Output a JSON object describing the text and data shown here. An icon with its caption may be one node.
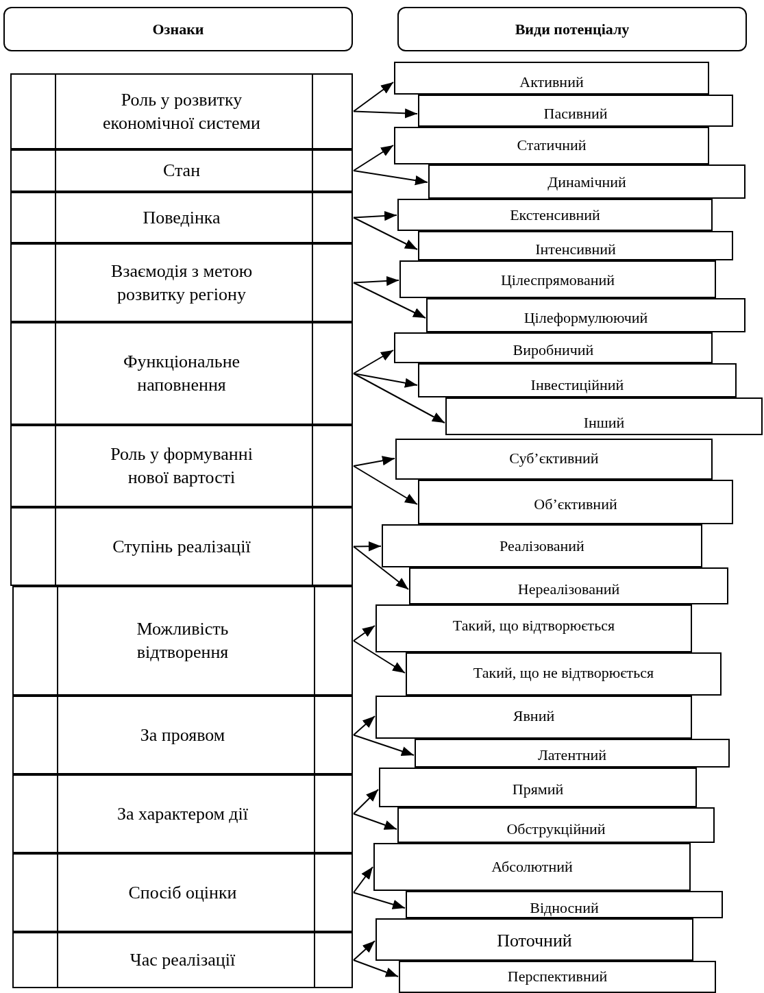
{
  "diagram": {
    "nodes": [
      {
        "text": [
          "Ознаки"
        ]
      },
      {
        "text": [
          "Види потенціалу"
        ]
      },
      {
        "text": [
          "Роль у розвитку економічної системи"
        ]
      },
      {
        "text": [
          "Активний"
        ]
      },
      {
        "text": [
          "Пасивний"
        ]
      },
      {
        "text": [
          "Стан"
        ]
      },
      {
        "text": [
          "Статичний"
        ]
      },
      {
        "text": [
          "Динамічний"
        ]
      },
      {
        "text": [
          "Поведінка"
        ]
      },
      {
        "text": [
          "Екстенсивний"
        ]
      },
      {
        "text": [
          "Інтенсивний"
        ]
      },
      {
        "text": [
          "Взаємодія з метою розвитку регіону"
        ]
      },
      {
        "text": [
          "Цілеспрямований"
        ]
      },
      {
        "text": [
          "Цілеформулюючий"
        ]
      },
      {
        "text": [
          "Функціональне наповнення"
        ]
      },
      {
        "text": [
          "Виробничий"
        ]
      },
      {
        "text": [
          "Інвестиційний"
        ]
      },
      {
        "text": [
          "Інший"
        ]
      },
      {
        "text": [
          "Роль у формуванні нової вартості"
        ]
      },
      {
        "text": [
          "Суб’єктивний"
        ]
      },
      {
        "text": [
          "Об’єктивний"
        ]
      },
      {
        "text": [
          "Ступінь реалізації"
        ]
      },
      {
        "text": [
          "Реалізований"
        ]
      },
      {
        "text": [
          "Нереалізований"
        ]
      },
      {
        "text": [
          "Можливість відтворення"
        ]
      },
      {
        "text": [
          "Такий, що відтворюється"
        ]
      },
      {
        "text": [
          "Такий, що не відтворюється"
        ]
      },
      {
        "text": [
          "За проявом"
        ]
      },
      {
        "text": [
          "Явний"
        ]
      },
      {
        "text": [
          "Латентний"
        ]
      },
      {
        "text": [
          "За характером дії"
        ]
      },
      {
        "text": [
          "Прямий"
        ]
      },
      {
        "text": [
          "Обструкційний"
        ]
      },
      {
        "text": [
          "Спосіб оцінки"
        ]
      },
      {
        "text": [
          "Абсолютний"
        ]
      },
      {
        "text": [
          "Відносний"
        ]
      },
      {
        "text": [
          "Час реалізації"
        ]
      },
      {
        "text": [
          "Поточний"
        ]
      },
      {
        "text": [
          "Перспективний"
        ]
      }
    ],
    "edges": [
      {
        "from": 2,
        "to": 3,
        "arrow": "to"
      },
      {
        "from": 2,
        "to": 4,
        "arrow": "to"
      },
      {
        "from": 5,
        "to": 6,
        "arrow": "to"
      },
      {
        "from": 5,
        "to": 7,
        "arrow": "to"
      },
      {
        "from": 8,
        "to": 9,
        "arrow": "to"
      },
      {
        "from": 8,
        "to": 10,
        "arrow": "to"
      },
      {
        "from": 11,
        "to": 12,
        "arrow": "to"
      },
      {
        "from": 11,
        "to": 13,
        "arrow": "to"
      },
      {
        "from": 14,
        "to": 15,
        "arrow": "to"
      },
      {
        "from": 14,
        "to": 16,
        "arrow": "to"
      },
      {
        "from": 14,
        "to": 17,
        "arrow": "to"
      },
      {
        "from": 18,
        "to": 19,
        "arrow": "to"
      },
      {
        "from": 18,
        "to": 20,
        "arrow": "to"
      },
      {
        "from": 21,
        "to": 22,
        "arrow": "to"
      },
      {
        "from": 21,
        "to": 23,
        "arrow": "to"
      },
      {
        "from": 24,
        "to": 25,
        "arrow": "to"
      },
      {
        "from": 24,
        "to": 26,
        "arrow": "to"
      },
      {
        "from": 27,
        "to": 28,
        "arrow": "to"
      },
      {
        "from": 27,
        "to": 29,
        "arrow": "to"
      },
      {
        "from": 30,
        "to": 31,
        "arrow": "to"
      },
      {
        "from": 30,
        "to": 32,
        "arrow": "to"
      },
      {
        "from": 33,
        "to": 34,
        "arrow": "to"
      },
      {
        "from": 33,
        "to": 35,
        "arrow": "to"
      },
      {
        "from": 36,
        "to": 37,
        "arrow": "to"
      },
      {
        "from": 36,
        "to": 38,
        "arrow": "to"
      }
    ]
  }
}
